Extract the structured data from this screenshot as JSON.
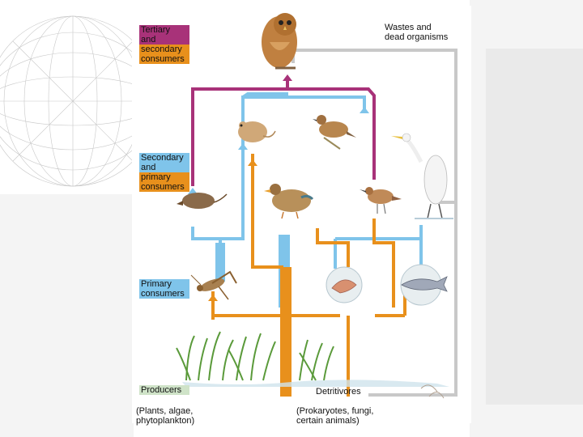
{
  "trophic_levels": {
    "tertiary": {
      "lines": [
        "Tertiary",
        "and",
        "secondary",
        "consumers"
      ]
    },
    "secondary": {
      "lines": [
        "Secondary",
        "and",
        "primary",
        "consumers"
      ]
    },
    "primary": {
      "lines": [
        "Primary",
        "consumers"
      ]
    },
    "producers": {
      "label": "Producers",
      "sub": [
        "(Plants, algae,",
        "phytoplankton)"
      ]
    }
  },
  "wastes": {
    "lines": [
      "Wastes and",
      "dead organisms"
    ]
  },
  "detritivores": {
    "label": "Detritivores",
    "sub": [
      "(Prokaryotes, fungi,",
      "certain animals)"
    ]
  },
  "colors": {
    "tertiary": "#a83279",
    "secondary": "#e8901c",
    "primary": "#7fc4ea",
    "producers": "#cfe3c8",
    "waste": "#c8c8c8"
  }
}
